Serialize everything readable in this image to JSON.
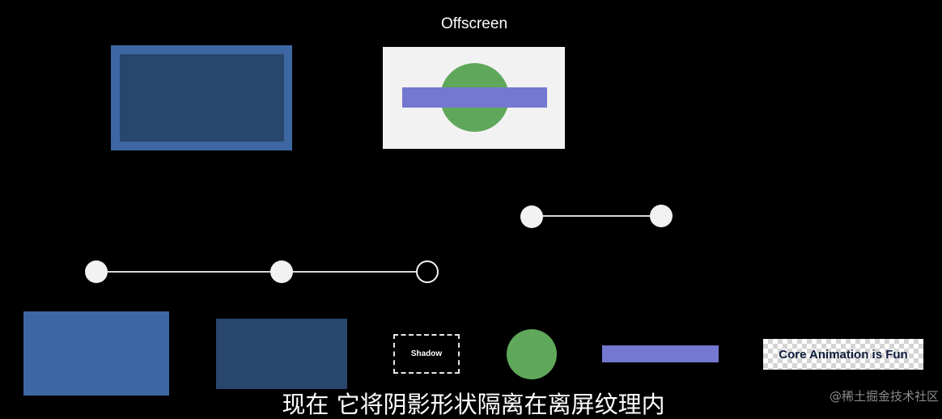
{
  "offscreen": {
    "title": "Offscreen"
  },
  "bottom_row": {
    "shadow_label": "Shadow",
    "text_layer_label": "Core Animation is Fun"
  },
  "subtitle": {
    "text": "现在 它将阴影形状隔离在离屏纹理内"
  },
  "watermark": {
    "text": "@稀土掘金技术社区"
  },
  "colors": {
    "background": "#000000",
    "layer_blue": "#3d67a3",
    "layer_blue_dark": "#29466d",
    "green": "#5fa85b",
    "purple": "#7478d1",
    "offscreen_bg": "#f2f2f2"
  },
  "icons": {
    "slider_knob": "circle-knob",
    "slider_knob_end": "hollow-circle-knob"
  }
}
